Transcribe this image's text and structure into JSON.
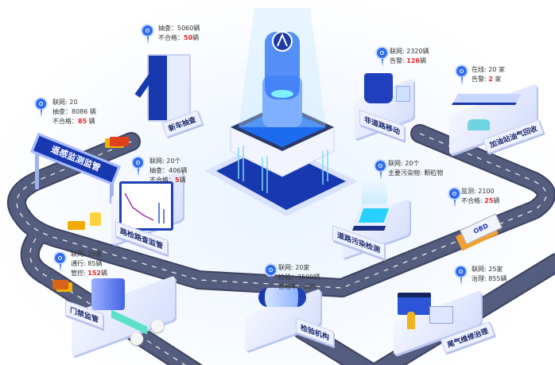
{
  "stations": {
    "remote_sensing": {
      "name": "遥感监测监管",
      "stats": [
        {
          "label": "联网: ",
          "value": "20"
        },
        {
          "label": "抽查：",
          "value": "8086",
          "unit": " 辆"
        },
        {
          "label": "不合格：",
          "value": "85",
          "unit": " 辆",
          "alert": true
        }
      ]
    },
    "new_car": {
      "name": "新车抽查",
      "stats": [
        {
          "label": "抽查：",
          "value": "5060",
          "unit": "辆"
        },
        {
          "label": "不合格：",
          "value": "50",
          "unit": "辆",
          "alert": true
        }
      ]
    },
    "road_check": {
      "name": "路检路查监管",
      "stats": [
        {
          "label": "联网: ",
          "value": "20个"
        },
        {
          "label": "抽查：",
          "value": "406",
          "unit": "辆"
        },
        {
          "label": "不合格：",
          "value": "5",
          "unit": "辆",
          "alert": true
        }
      ]
    },
    "non_road": {
      "name": "非道路移动",
      "stats": [
        {
          "label": "联网: ",
          "value": "2320",
          "unit": "辆"
        },
        {
          "label": "告警: ",
          "value": "126",
          "unit": "辆",
          "alert": true
        }
      ]
    },
    "gas_station": {
      "name": "加油站油气回收",
      "stats": [
        {
          "label": "在线: ",
          "value": "20 家"
        },
        {
          "label": "告警: ",
          "value": "2",
          "unit": " 家",
          "alert": true
        }
      ]
    },
    "road_pollution": {
      "name": "道路污染检测",
      "stats": [
        {
          "label": "联网: ",
          "value": "20个"
        },
        {
          "label": "主要污染物: ",
          "value": "颗粒物"
        }
      ]
    },
    "obd": {
      "name": "OBD",
      "stats": [
        {
          "label": "监测: ",
          "value": "2100"
        },
        {
          "label": "不合格: ",
          "value": "25",
          "unit": "辆",
          "alert": true
        }
      ]
    },
    "gate": {
      "name": "门禁监管",
      "stats": [
        {
          "label": "联网: ",
          "value": "20家"
        },
        {
          "label": "通行: ",
          "value": "85",
          "unit": "辆"
        },
        {
          "label": "管控: ",
          "value": "152",
          "unit": "辆",
          "alert": true
        }
      ]
    },
    "inspection": {
      "name": "检验机构",
      "stats": [
        {
          "label": "联网: ",
          "value": "20家"
        },
        {
          "label": "检验：",
          "value": "3509",
          "unit": "辆"
        },
        {
          "label": "合格率：",
          "value": "90%"
        }
      ]
    },
    "repair": {
      "name": "尾气维修治理",
      "stats": [
        {
          "label": "联网: ",
          "value": "25家"
        },
        {
          "label": "治理: ",
          "value": "855",
          "unit": "辆"
        }
      ]
    }
  },
  "colors": {
    "road": "#4b5270",
    "accent": "#2f6cf0",
    "alert": "#f02020",
    "sign": "#1838b0"
  }
}
